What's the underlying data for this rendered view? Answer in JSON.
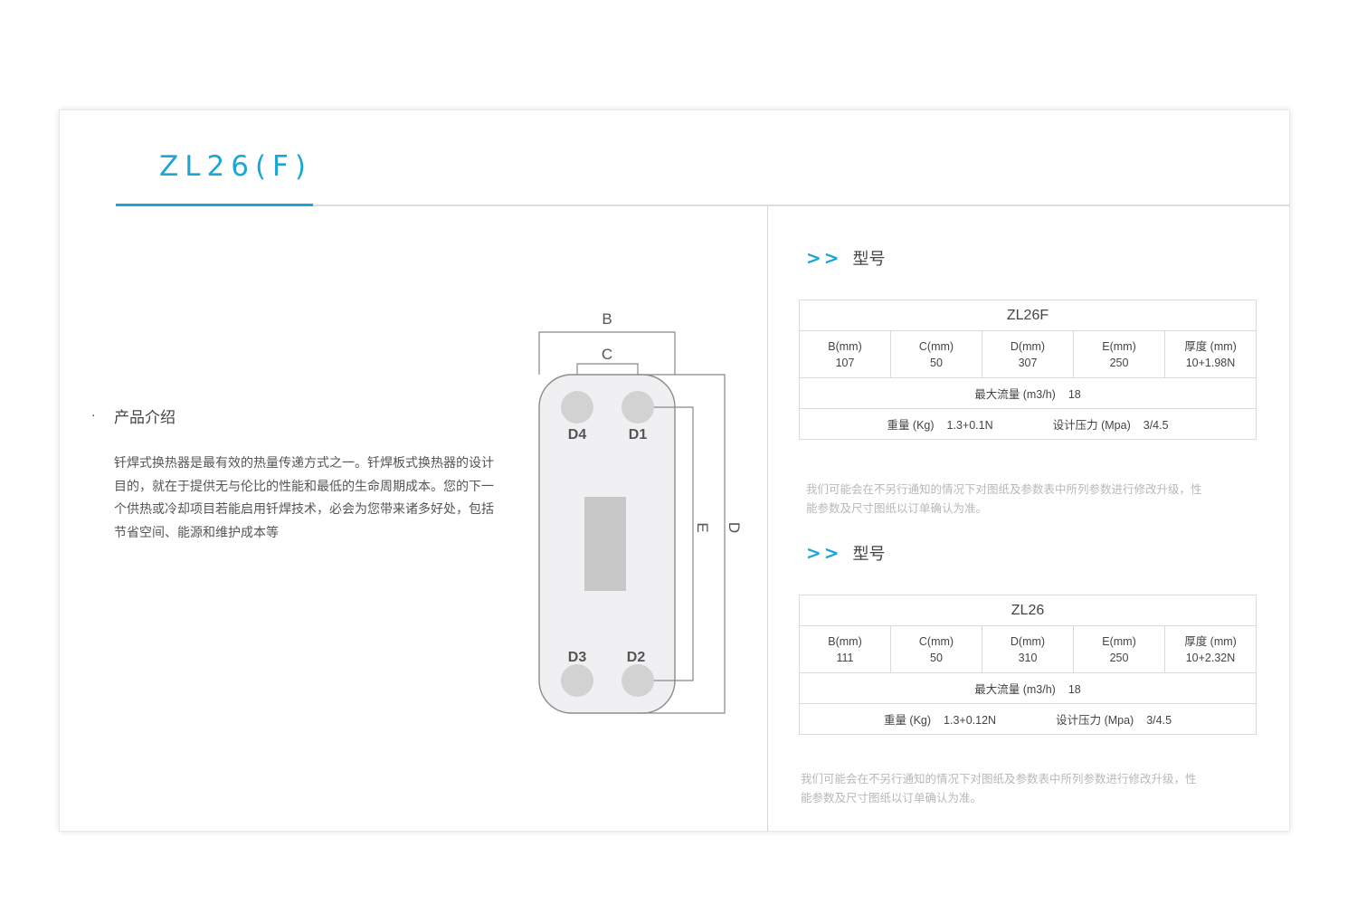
{
  "header": {
    "title": "ZL26(F)"
  },
  "intro": {
    "bullet": "·",
    "heading": "产品介绍",
    "paragraph": "钎焊式换热器是最有效的热量传递方式之一。钎焊板式换热器的设计目的，就在于提供无与伦比的性能和最低的生命周期成本。您的下一个供热或冷却项目若能启用钎焊技术，必会为您带来诸多好处，包括节省空间、能源和维护成本等"
  },
  "diagram": {
    "labels": {
      "b": "B",
      "c": "C",
      "d": "D",
      "e": "E"
    },
    "ports": {
      "d1": "D1",
      "d2": "D2",
      "d3": "D3",
      "d4": "D4"
    }
  },
  "sections": [
    {
      "arrows": ">>",
      "heading": "型号",
      "model": "ZL26F",
      "dims": [
        {
          "label": "B(mm)",
          "value": "107"
        },
        {
          "label": "C(mm)",
          "value": "50"
        },
        {
          "label": "D(mm)",
          "value": "307"
        },
        {
          "label": "E(mm)",
          "value": "250"
        },
        {
          "label": "厚度 (mm)",
          "value": "10+1.98N"
        }
      ],
      "flow_label": "最大流量 (m3/h)",
      "flow_value": "18",
      "weight_label": "重量 (Kg)",
      "weight_value": "1.3+0.1N",
      "pressure_label": "设计压力 (Mpa)",
      "pressure_value": "3/4.5",
      "note": "我们可能会在不另行通知的情况下对图纸及参数表中所列参数进行修改升级，性能参数及尺寸图纸以订单确认为准。"
    },
    {
      "arrows": ">>",
      "heading": "型号",
      "model": "ZL26",
      "dims": [
        {
          "label": "B(mm)",
          "value": "111"
        },
        {
          "label": "C(mm)",
          "value": "50"
        },
        {
          "label": "D(mm)",
          "value": "310"
        },
        {
          "label": "E(mm)",
          "value": "250"
        },
        {
          "label": "厚度 (mm)",
          "value": "10+2.32N"
        }
      ],
      "flow_label": "最大流量 (m3/h)",
      "flow_value": "18",
      "weight_label": "重量 (Kg)",
      "weight_value": "1.3+0.12N",
      "pressure_label": "设计压力 (Mpa)",
      "pressure_value": "3/4.5",
      "note": "我们可能会在不另行通知的情况下对图纸及参数表中所列参数进行修改升级，性能参数及尺寸图纸以订单确认为准。"
    }
  ],
  "colors": {
    "accent": "#1ba6d6",
    "rule": "#dddddd",
    "plate": "#f0f0f2",
    "port": "#d2d2d2",
    "note": "#b8b8b8"
  }
}
